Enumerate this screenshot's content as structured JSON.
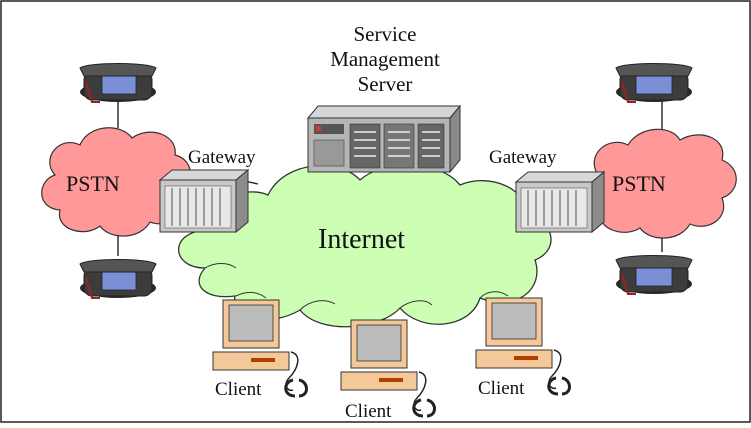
{
  "diagram": {
    "server_label": [
      "Service",
      "Management",
      "Server"
    ],
    "internet_label": "Internet",
    "pstn_left_label": "PSTN",
    "pstn_right_label": "PSTN",
    "gateway_left_label": "Gateway",
    "gateway_right_label": "Gateway",
    "client_labels": [
      "Client",
      "Client",
      "Client"
    ]
  },
  "colors": {
    "internet_cloud": "#ccffb3",
    "pstn_cloud": "#ff9999",
    "client_beige": "#f5c89a",
    "server_gray": "#a8a8a8",
    "phone_dark": "#404040",
    "phone_screen": "#7b8fd6"
  }
}
